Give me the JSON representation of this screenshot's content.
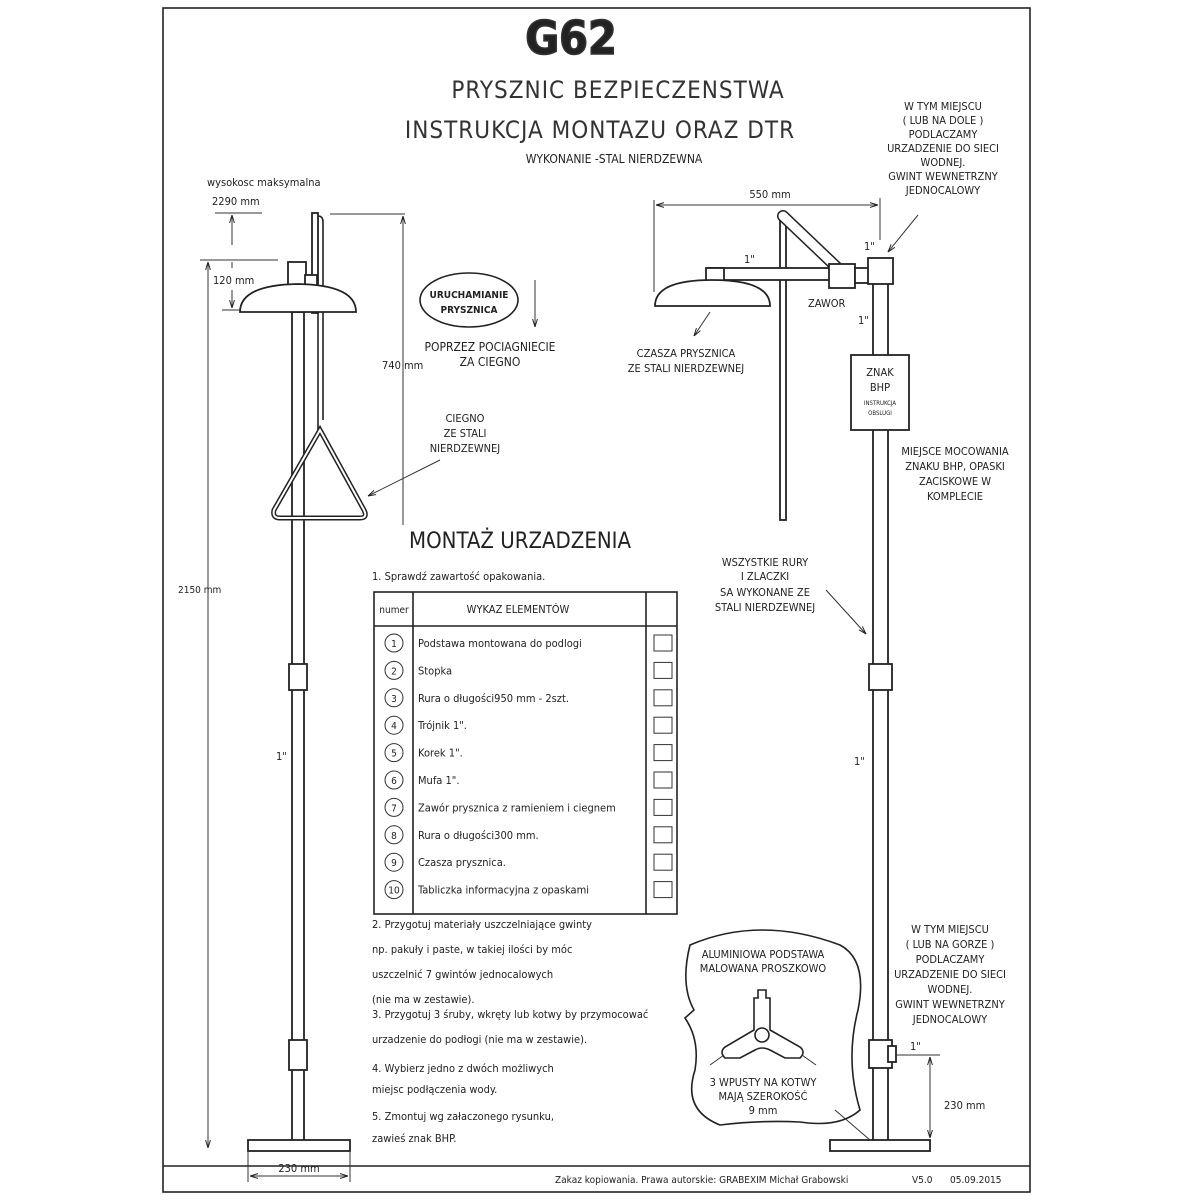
{
  "header": {
    "model": "G62",
    "title_line1": "PRYSZNIC BEZPIECZENSTWA",
    "title_line2": "INSTRUKCJA MONTAZU ORAZ DTR",
    "subtitle": "WYKONANIE -STAL NIERDZEWNA"
  },
  "left_drawing": {
    "max_height_label": "wysokosc maksymalna",
    "max_height_value": "2290 mm",
    "dim_120": "120 mm",
    "dim_740": "740 mm",
    "dim_2150": "2150 mm",
    "dim_230": "230 mm",
    "pipe_size": "1\"",
    "activation_badge_line1": "URUCHAMIANIE",
    "activation_badge_line2": "PRYSZNICA",
    "activation_note_line1": "POPRZEZ POCIAGNIECIE",
    "activation_note_line2": "ZA CIEGNO",
    "rod_note": [
      "CIEGNO",
      "ZE STALI",
      "NIERDZEWNEJ"
    ]
  },
  "right_drawing": {
    "dim_550": "550 mm",
    "pipe_size_arm": "1\"",
    "pipe_size_top": "1\"",
    "pipe_size_below": "1\"",
    "pipe_size_mid": "1\"",
    "pipe_size_bottom": "1\"",
    "valve_label": "ZAWOR",
    "head_note": [
      "CZASZA PRYSZNICA",
      "ZE STALI NIERDZEWNEJ"
    ],
    "top_connection_note": [
      "W TYM MIEJSCU",
      "( LUB NA DOLE )",
      "PODLACZAMY",
      "URZADZENIE DO SIECI",
      "WODNEJ.",
      "GWINT WEWNETRZNY",
      "JEDNOCALOWY"
    ],
    "sign_lines": [
      "ZNAK",
      "BHP",
      "INSTRUKCJA",
      "OBSLUGI"
    ],
    "sign_mount_note": [
      "MIEJSCE MOCOWANIA",
      "ZNAKU BHP, OPASKI",
      "ZACISKOWE W",
      "KOMPLECIE"
    ],
    "material_note": [
      "WSZYSTKIE RURY",
      "I ZLACZKI",
      "SA WYKONANE ZE",
      "STALI NIERDZEWNEJ"
    ],
    "bottom_connection_note": [
      "W TYM MIEJSCU",
      "( LUB NA GORZE )",
      "PODLACZAMY",
      "URZADZENIE DO SIECI",
      "WODNEJ.",
      "GWINT WEWNETRZNY",
      "JEDNOCALOWY"
    ],
    "dim_230": "230 mm"
  },
  "base_detail": {
    "title": [
      "ALUMINIOWA PODSTAWA",
      "MALOWANA PROSZKOWO"
    ],
    "note": [
      "3 WPUSTY NA KOTWY",
      "MAJĄ SZEROKOŚĆ",
      "9 mm"
    ]
  },
  "assembly": {
    "heading": "MONTAŻ URZADZENIA",
    "step1": "1. Sprawdź zawartość opakowania.",
    "table_headers": {
      "number": "numer",
      "items": "WYKAZ ELEMENTÓW"
    },
    "items": [
      {
        "num": "1",
        "name": "Podstawa montowana do podlogi"
      },
      {
        "num": "2",
        "name": "Stopka"
      },
      {
        "num": "3",
        "name": "Rura o długości950 mm  - 2szt."
      },
      {
        "num": "4",
        "name": "Trójnik 1\"."
      },
      {
        "num": "5",
        "name": "Korek 1\"."
      },
      {
        "num": "6",
        "name": "Mufa 1\"."
      },
      {
        "num": "7",
        "name": "Zawór prysznica z ramieniem i ciegnem"
      },
      {
        "num": "8",
        "name": "Rura o długości300 mm."
      },
      {
        "num": "9",
        "name": "Czasza prysznica."
      },
      {
        "num": "10",
        "name": "Tabliczka informacyjna z opaskami"
      }
    ],
    "step2": [
      "2. Przygotuj materiały uszczelniające gwinty",
      "np. pakuły i paste, w takiej ilości by móc",
      "uszczelnić 7 gwintów jednocalowych",
      "(nie ma w zestawie)."
    ],
    "step3": [
      "3. Przygotuj 3 śruby, wkręty lub kotwy by przymocować",
      "urzadzenie do podłogi (nie ma w zestawie)."
    ],
    "step4": [
      "4. Wybierz jedno z dwóch możliwych",
      "miejsc podłączenia wody."
    ],
    "step5": [
      "5. Zmontuj wg załaczonego rysunku,",
      "zawieś znak BHP."
    ]
  },
  "footer": {
    "copyright": "Zakaz kopiowania. Prawa autorskie: GRABEXIM Michał Grabowski",
    "version": "V5.0",
    "date": "05.09.2015"
  }
}
